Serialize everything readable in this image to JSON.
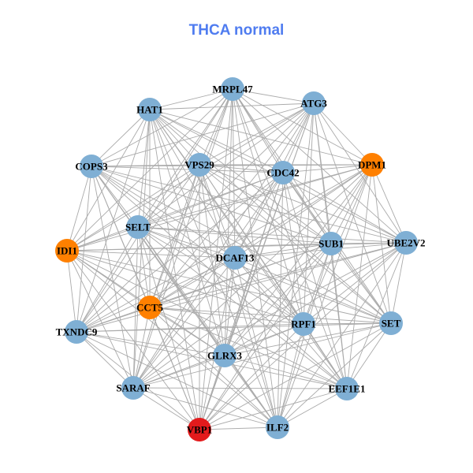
{
  "title": "THCA normal",
  "colors": {
    "blue": "#7FAFD4",
    "orange": "#FF8000",
    "red": "#E31A1C",
    "edge": "#AAAAAA"
  },
  "nodes": [
    {
      "name": "MRPL47",
      "color": "blue"
    },
    {
      "name": "ATG3",
      "color": "blue"
    },
    {
      "name": "HAT1",
      "color": "blue"
    },
    {
      "name": "COPS3",
      "color": "blue"
    },
    {
      "name": "VPS29",
      "color": "blue"
    },
    {
      "name": "CDC42",
      "color": "blue"
    },
    {
      "name": "DPM1",
      "color": "orange"
    },
    {
      "name": "SELT",
      "color": "blue"
    },
    {
      "name": "IDI1",
      "color": "orange"
    },
    {
      "name": "SUB1",
      "color": "blue"
    },
    {
      "name": "UBE2V2",
      "color": "blue"
    },
    {
      "name": "DCAF13",
      "color": "blue"
    },
    {
      "name": "CCT5",
      "color": "orange"
    },
    {
      "name": "TXNDC9",
      "color": "blue"
    },
    {
      "name": "RPF1",
      "color": "blue"
    },
    {
      "name": "SET",
      "color": "blue"
    },
    {
      "name": "GLRX3",
      "color": "blue"
    },
    {
      "name": "SARAF",
      "color": "blue"
    },
    {
      "name": "EEF1E1",
      "color": "blue"
    },
    {
      "name": "VBP1",
      "color": "red"
    },
    {
      "name": "ILF2",
      "color": "blue"
    }
  ]
}
